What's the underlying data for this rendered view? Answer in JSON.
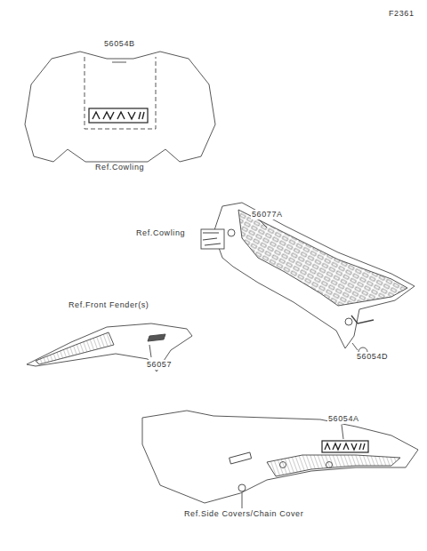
{
  "diagram": {
    "labels": [
      "F2361",
      "56054B",
      "Ref.Cowling",
      "56077A",
      "Ref.Cowling",
      "56054D",
      "Ref.Front Fender(s)",
      "56057",
      "56054A",
      "Ref.Side Covers/Chain Cover"
    ]
  }
}
